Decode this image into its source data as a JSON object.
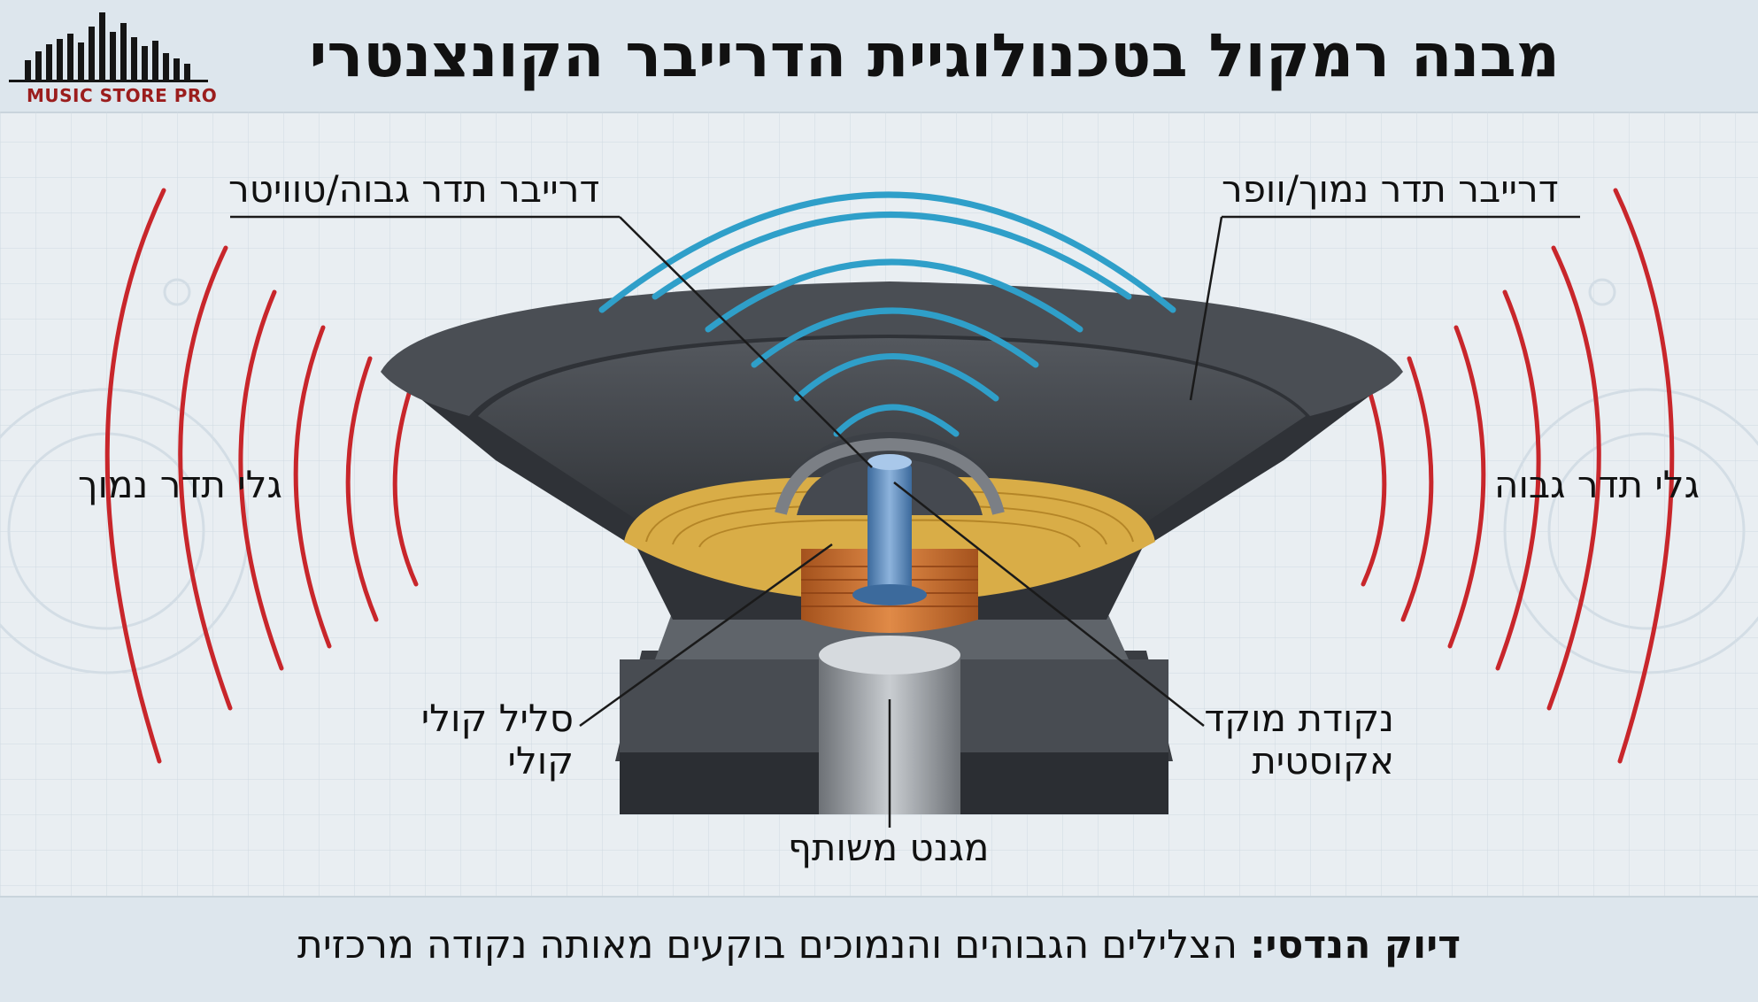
{
  "header": {
    "title": "מבנה רמקול בטכנולוגיית הדרייבר הקונצנטרי",
    "logo_text": "MUSIC STORE PRO"
  },
  "labels": {
    "tweeter": "דרייבר תדר גבוה/טוויטר",
    "woofer": "דרייבר תדר נמוך/וופר",
    "low_waves": "גלי תדר נמוך",
    "high_waves": "גלי תדר גבוה",
    "voice_coil_line1": "סליל קולי",
    "voice_coil_line2": "קולי",
    "focus_point_line1": "נקודת מוקד",
    "focus_point_line2": "אקוסטית",
    "shared_magnet": "מגנט משותף"
  },
  "footer": {
    "bold": "דיוק הנדסי:",
    "text": "הצלילים הגבוהים והנמוכים בוקעים מאותה נקודה מרכזית"
  },
  "colors": {
    "low_wave": "#c8262b",
    "high_wave": "#2f9fc9",
    "coil": "#c0692a",
    "spider": "#d9ad47",
    "frame": "#3a3d42",
    "background": "#e9eef2"
  }
}
